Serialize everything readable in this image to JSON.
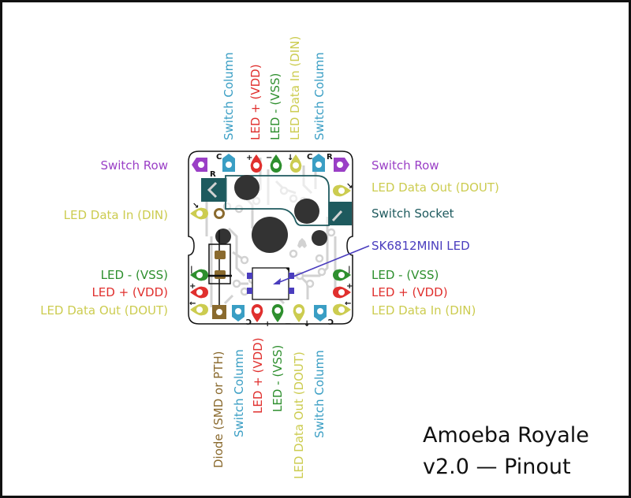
{
  "title": {
    "line1": "Amoeba Royale",
    "line2": "v2.0 — Pinout"
  },
  "colors": {
    "switch_column": "#3a9ec4",
    "switch_row": "#9a3fc6",
    "led_vdd": "#e0302e",
    "led_vss": "#2e8f2e",
    "led_data": "#cccc50",
    "switch_socket": "#1e5a5e",
    "led_label": "#4a3dbe",
    "diode": "#8a6a2e",
    "trace": "#d2d2d2",
    "hole": "#333333"
  },
  "labels": {
    "top": [
      {
        "text": "Switch Column",
        "color": "#3a9ec4"
      },
      {
        "text": "LED + (VDD)",
        "color": "#e0302e"
      },
      {
        "text": "LED - (VSS)",
        "color": "#2e8f2e"
      },
      {
        "text": "LED Data In (DIN)",
        "color": "#cccc50"
      },
      {
        "text": "Switch Column",
        "color": "#3a9ec4"
      }
    ],
    "bottom": [
      {
        "text": "Diode (SMD or PTH)",
        "color": "#8a6a2e"
      },
      {
        "text": "Switch Column",
        "color": "#3a9ec4"
      },
      {
        "text": "LED + (VDD)",
        "color": "#e0302e"
      },
      {
        "text": "LED - (VSS)",
        "color": "#2e8f2e"
      },
      {
        "text": "LED Data Out (DOUT)",
        "color": "#cccc50"
      },
      {
        "text": "Switch Column",
        "color": "#3a9ec4"
      }
    ],
    "left": [
      {
        "text": "Switch Row",
        "color": "#9a3fc6"
      },
      {
        "text": "LED Data In (DIN)",
        "color": "#cccc50"
      },
      {
        "text": "LED - (VSS)",
        "color": "#2e8f2e"
      },
      {
        "text": "LED + (VDD)",
        "color": "#e0302e"
      },
      {
        "text": "LED Data Out (DOUT)",
        "color": "#cccc50"
      }
    ],
    "right": [
      {
        "text": "Switch Row",
        "color": "#9a3fc6"
      },
      {
        "text": "LED Data Out (DOUT)",
        "color": "#cccc50"
      },
      {
        "text": "Switch Socket",
        "color": "#1e5a5e"
      },
      {
        "text": "SK6812MINI LED",
        "color": "#4a3dbe"
      },
      {
        "text": "LED - (VSS)",
        "color": "#2e8f2e"
      },
      {
        "text": "LED + (VDD)",
        "color": "#e0302e"
      },
      {
        "text": "LED Data In (DIN)",
        "color": "#cccc50"
      }
    ]
  },
  "pad_marks": {
    "top": [
      "C",
      "+",
      "−",
      "↓",
      "C",
      "R"
    ],
    "left_row": "R",
    "bottom": [
      "C",
      "+",
      "−",
      "↓",
      "C"
    ]
  }
}
